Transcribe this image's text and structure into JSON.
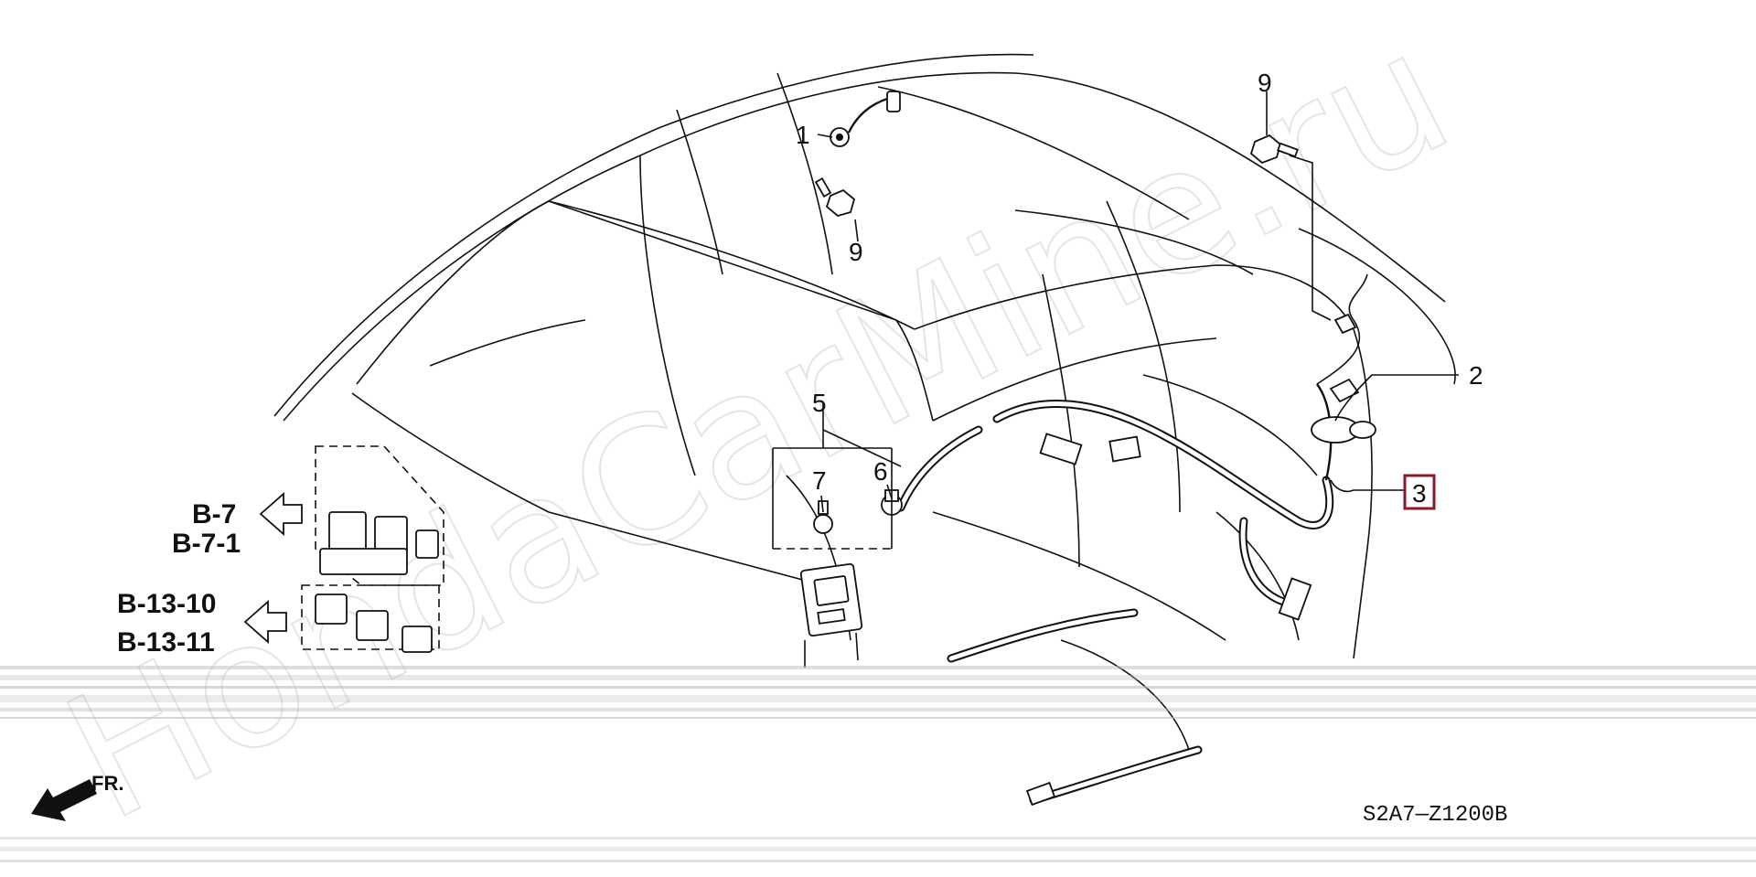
{
  "diagram": {
    "code": "S2A7—Z1200B",
    "watermark": "HondaCarMine.ru",
    "front_label": "FR.",
    "callouts": {
      "c1": "1",
      "c2": "2",
      "c3": "3",
      "c5": "5",
      "c6": "6",
      "c7": "7",
      "c9a": "9",
      "c9b": "9"
    },
    "references": {
      "r1": "B-7",
      "r2": "B-7-1",
      "r3": "B-13-10",
      "r4": "B-13-11"
    },
    "highlight_color": "#8b1a2b"
  }
}
